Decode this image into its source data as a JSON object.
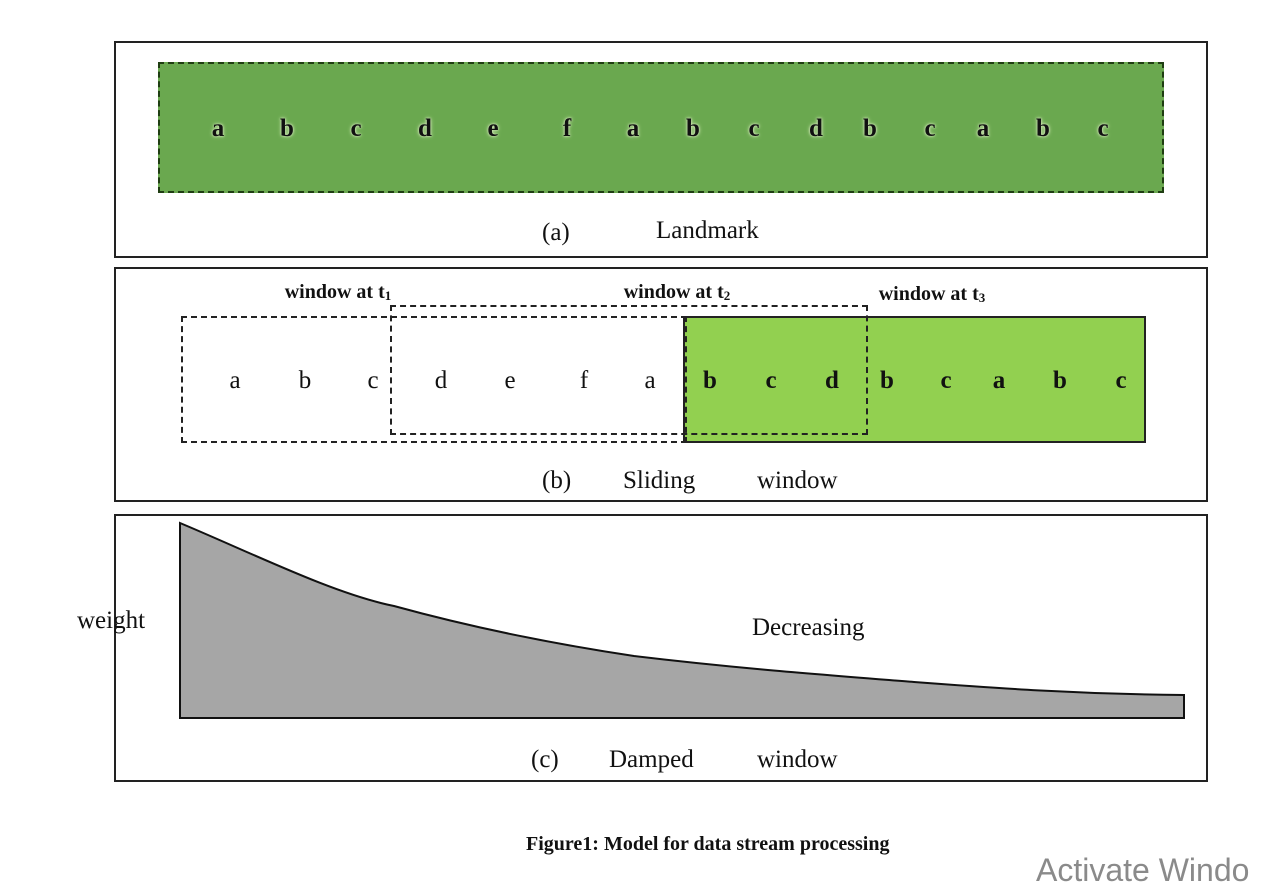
{
  "panel_a": {
    "letters": [
      "a",
      "b",
      "c",
      "d",
      "e",
      "f",
      "a",
      "b",
      "c",
      "d",
      "b",
      "c",
      "a",
      "b",
      "c"
    ],
    "label": "(a)",
    "name": "Landmark",
    "color": "#6aa84f"
  },
  "panel_b": {
    "letters": [
      "a",
      "b",
      "c",
      "d",
      "e",
      "f",
      "a",
      "b",
      "c",
      "d",
      "b",
      "c",
      "a",
      "b",
      "c"
    ],
    "window1": {
      "text": "window at t",
      "sub": "1"
    },
    "window2": {
      "text": "window at t",
      "sub": "2"
    },
    "window3": {
      "text": "window at t",
      "sub": "3"
    },
    "label": "(b)",
    "name1": "Sliding",
    "name2": "window",
    "color": "#92d050"
  },
  "panel_c": {
    "ylabel": "weight",
    "curve_label": "Decreasing",
    "label": "(c)",
    "name1": "Damped",
    "name2": "window",
    "fill": "#a6a6a6"
  },
  "figure_title": "Figure1: Model for data stream processing",
  "watermark": "Activate Windo"
}
